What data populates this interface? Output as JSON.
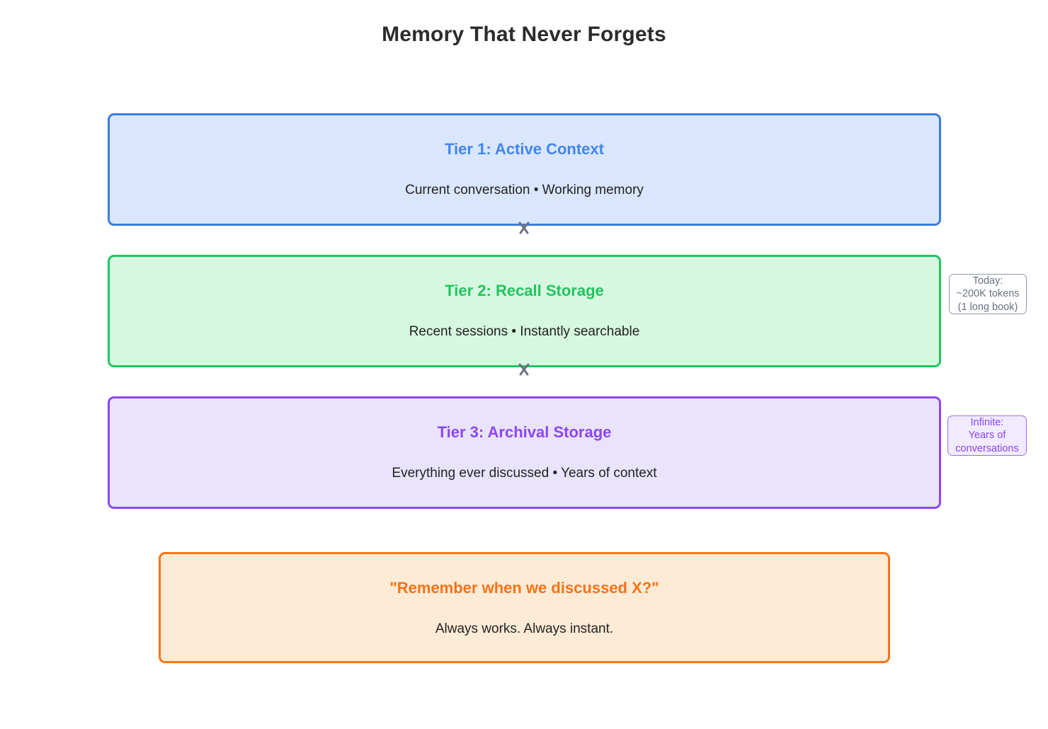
{
  "page": {
    "title": "Memory That Never Forgets"
  },
  "tiers": [
    {
      "title": "Tier 1: Active Context",
      "subtitle": "Current conversation • Working memory",
      "accent_color": "#4285f4",
      "fill_color": "#d9e6fd",
      "border_color": "#3b7ddd"
    },
    {
      "title": "Tier 2: Recall Storage",
      "subtitle": "Recent sessions • Instantly searchable",
      "accent_color": "#22c55e",
      "fill_color": "#d6f7e0",
      "border_color": "#22c55e"
    },
    {
      "title": "Tier 3: Archival Storage",
      "subtitle": "Everything ever discussed • Years of context",
      "accent_color": "#8b46f5",
      "fill_color": "#e9e3fd",
      "border_color": "#8b46f5"
    }
  ],
  "connectors": [
    {
      "icon": "down-arrow-icon",
      "color": "#6b7280"
    },
    {
      "icon": "down-arrow-icon",
      "color": "#6b7280"
    }
  ],
  "badges": [
    {
      "line1": "Today:",
      "line2": "~200K tokens",
      "line3": "(1 long book)",
      "color": "#69717f",
      "border_color": "#8d96a8"
    },
    {
      "line1": "Infinite:",
      "line2": "Years of",
      "line3": "conversations",
      "color": "#8b46f5",
      "border_color": "#9b6bf7"
    }
  ],
  "callout": {
    "title": "\"Remember when we discussed X?\"",
    "subtitle": "Always works. Always instant.",
    "accent_color": "#f97316",
    "fill_color": "#fdebd6"
  }
}
